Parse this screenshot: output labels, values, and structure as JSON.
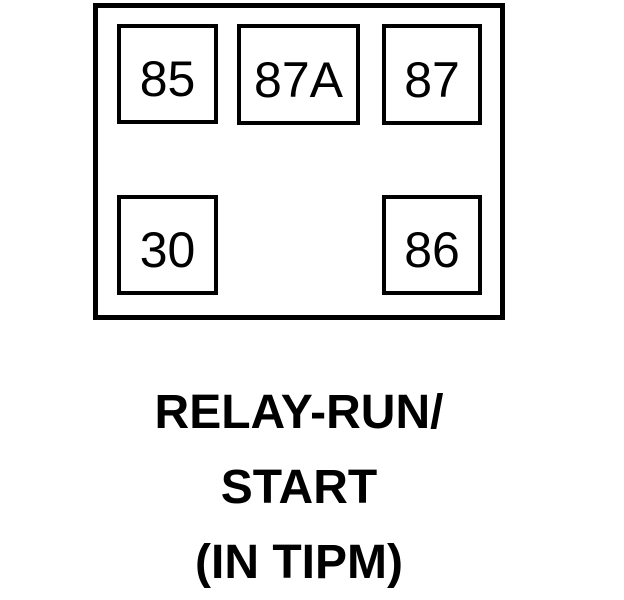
{
  "diagram": {
    "type": "relay-pinout",
    "colors": {
      "line": "#000000",
      "background": "#ffffff"
    },
    "pins": [
      {
        "id": "85",
        "label": "85"
      },
      {
        "id": "87A",
        "label": "87A"
      },
      {
        "id": "87",
        "label": "87"
      },
      {
        "id": "30",
        "label": "30"
      },
      {
        "id": "86",
        "label": "86"
      }
    ],
    "caption": {
      "lines": [
        "RELAY-RUN/",
        "START",
        "(IN TIPM)"
      ]
    }
  }
}
